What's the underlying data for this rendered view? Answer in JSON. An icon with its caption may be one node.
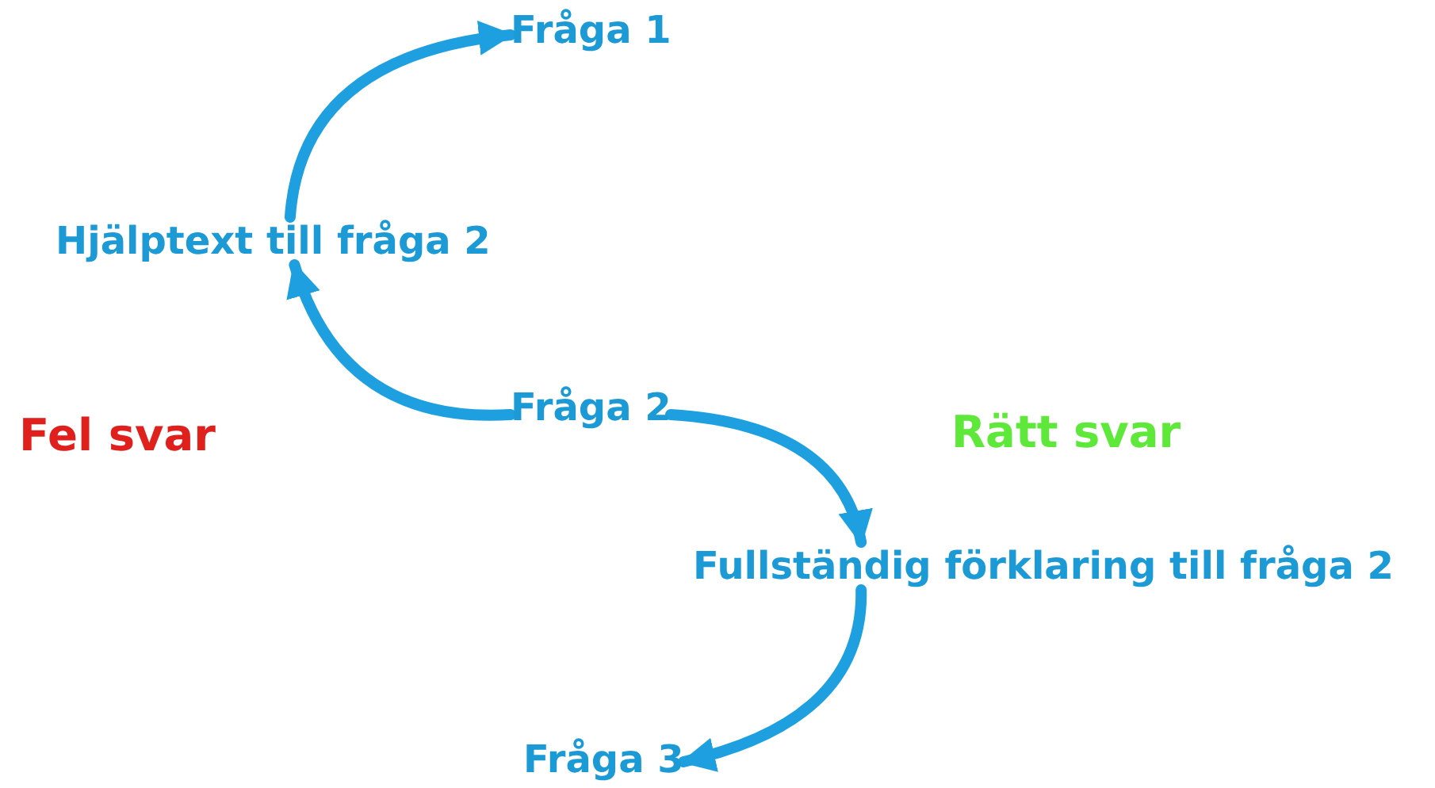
{
  "diagram": {
    "nodes": [
      {
        "text": [
          "Fråga 1"
        ]
      },
      {
        "text": [
          "Hjälptext till fråga 2"
        ]
      },
      {
        "text": [
          "Fråga 2"
        ]
      },
      {
        "text": [
          "Fullständig förklaring till fråga 2"
        ]
      },
      {
        "text": [
          "Fråga 3"
        ]
      }
    ],
    "edges": [
      {
        "from": 2,
        "to": 1,
        "arrow": "to"
      },
      {
        "from": 1,
        "to": 0,
        "arrow": "to"
      },
      {
        "from": 2,
        "to": 3,
        "arrow": "to"
      },
      {
        "from": 3,
        "to": 4,
        "arrow": "to"
      }
    ],
    "labels": [
      "Fel svar",
      "Rätt svar"
    ]
  }
}
